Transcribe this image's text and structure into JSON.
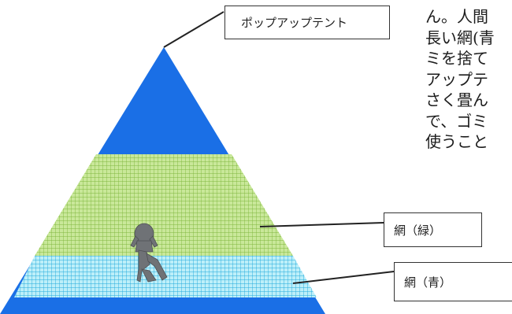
{
  "diagram": {
    "labels": {
      "tent": "ポップアップテント",
      "net_green": "網（緑）",
      "net_blue": "網（青）"
    },
    "body_text_lines": [
      "ん。人間",
      "長い網(青",
      "ミを捨て",
      "アップテ",
      "さく畳ん",
      "で、ゴミ",
      "使うこと"
    ],
    "colors": {
      "tent_blue": "#1a6fe6",
      "net_green": "#c9e89a",
      "net_green_grid": "#7fb63e",
      "net_blue": "#bdeff9",
      "net_blue_grid": "#1fa8dc",
      "leader_line": "#222222",
      "text": "#1c1c1c"
    },
    "figure_icon": "gray-creature-figure"
  }
}
